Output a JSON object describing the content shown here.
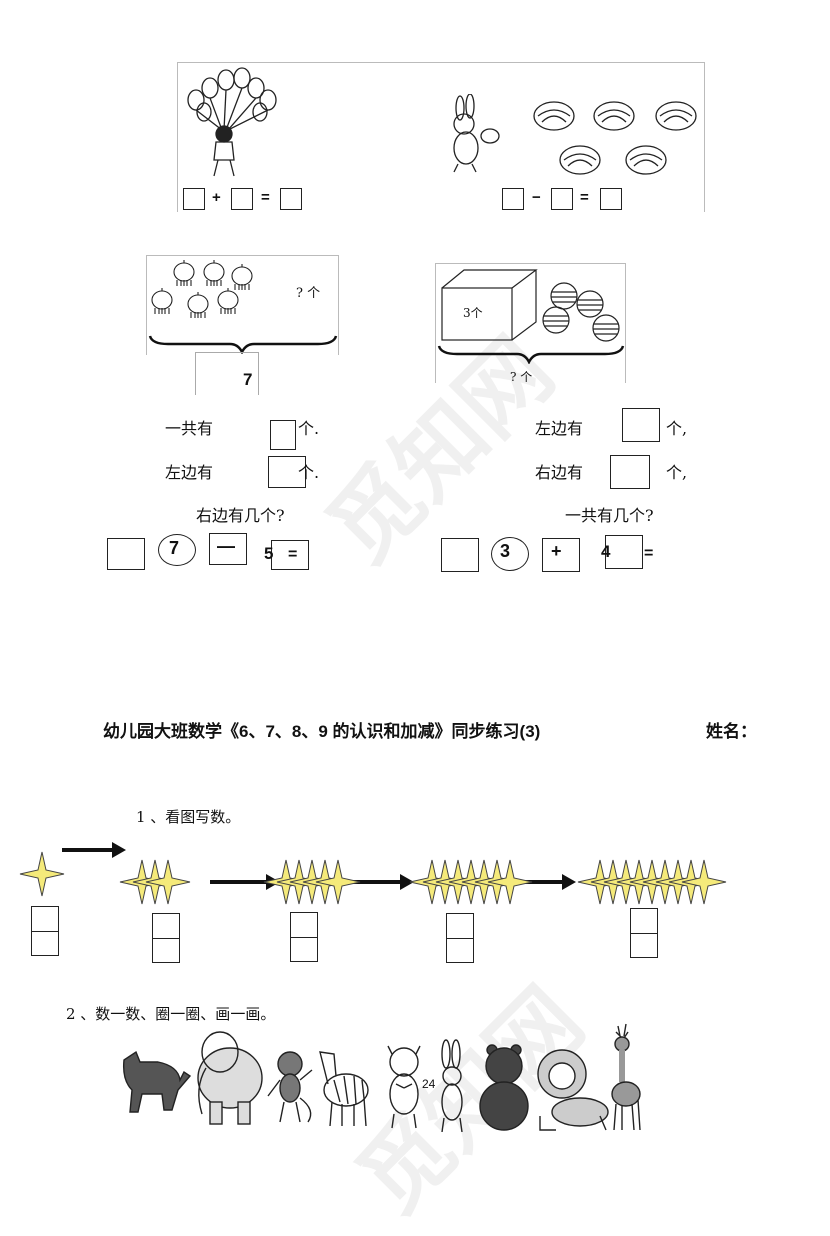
{
  "watermark": "觅知网",
  "top_panel": {
    "op_plus": "+",
    "op_eq": "=",
    "op_minus": "−"
  },
  "lantern_panel": {
    "question": "? 个",
    "total": "7",
    "line1": "一共有",
    "line1_unit": "个.",
    "line2": "左边有",
    "line2_unit": "个.",
    "question_text": "右边有几个?",
    "eq_circle": "7",
    "eq_op": "—",
    "eq_num": "5",
    "eq_eq": "="
  },
  "box_panel": {
    "box_label": "3个",
    "question": "? 个",
    "line1": "左边有",
    "line1_unit": "个,",
    "line2": "右边有",
    "line2_unit": "个,",
    "question_text": "一共有几个?",
    "eq_circle": "3",
    "eq_op": "+",
    "eq_num": "4",
    "eq_eq": "="
  },
  "title": "幼儿园大班数学《6、7、8、9 的认识和加减》同步练习(3)",
  "name_label": "姓名：",
  "q1": "1 、看图写数。",
  "q2": "2 、数一数、圈一圈、画一画。",
  "page_number": "24",
  "star_counts": [
    1,
    3,
    5,
    7,
    9
  ],
  "star_color": "#f5ea7a",
  "animals": [
    "wolf-icon",
    "elephant-icon",
    "monkey-icon",
    "zebra-icon",
    "tiger-icon",
    "rabbit-icon",
    "bear-icon",
    "lion-icon",
    "deer-icon"
  ]
}
